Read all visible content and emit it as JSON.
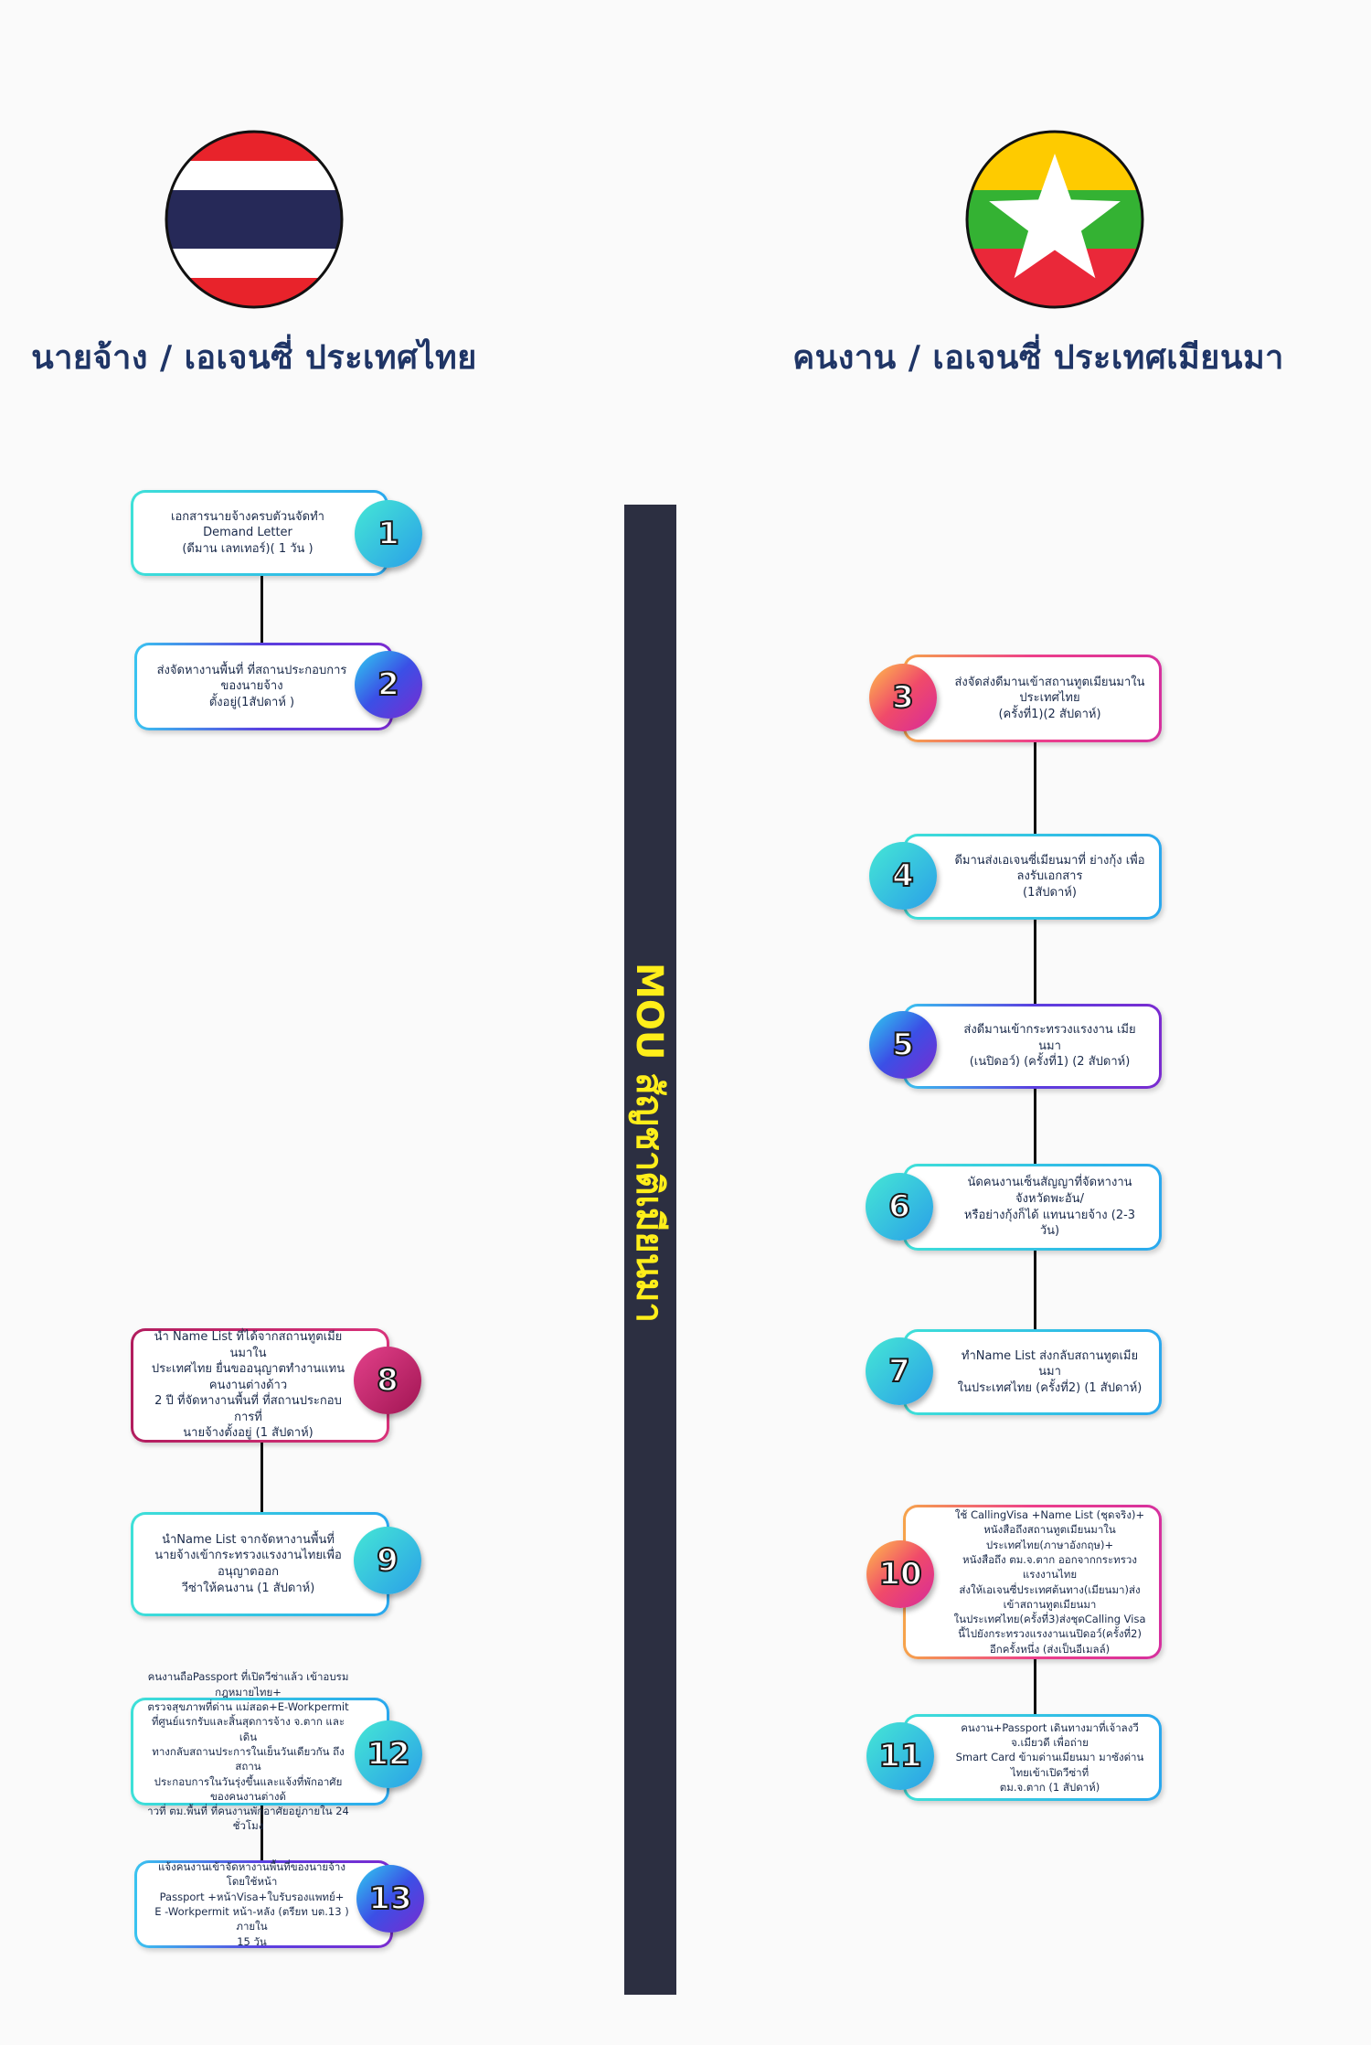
{
  "thai_side": {
    "heading": "นายจ้าง / เอเจนซี่ ประเทศไทย"
  },
  "myanmar_side": {
    "heading": "คนงาน / เอเจนซี่ ประเทศเมียนมา"
  },
  "center_label": "MOU สัญชาติเมียนมา",
  "colors": {
    "heading": "#1f3566",
    "center_bar": "#2c2f41",
    "center_label": "#ffee1a",
    "thai_red": "#e8232b",
    "thai_blue": "#262958",
    "myanmar_yellow": "#fecb00",
    "myanmar_green": "#34b233",
    "myanmar_red": "#ea2839"
  },
  "steps": [
    {
      "number": "1",
      "text": "เอกสารนายจ้างครบตัวนจัดทำ Demand  Letter\n(ดีมาน เลทเทอร์)( 1 วัน )"
    },
    {
      "number": "2",
      "text": "ส่งจัดหางานพื้นที่ ที่สถานประกอบการของนายจ้าง\nตั้งอยู่(1สัปดาห์ )"
    },
    {
      "number": "3",
      "text": "ส่งจัดส่งดีมานเข้าสถานทูตเมียนมาในประเทศไทย\n(ครั้งที่1)(2 สัปดาห์)"
    },
    {
      "number": "4",
      "text": "ดีมานส่งเอเจนซี่เมียนมาที่ ย่างกุ้ง เพื่อลงรับเอกสาร\n(1สัปดาห์)"
    },
    {
      "number": "5",
      "text": "ส่งดีมานเข้ากระทรวงแรงงาน เมียนมา\n(เนปิดอว์) (ครั้งที่1) (2 สัปดาห์)"
    },
    {
      "number": "6",
      "text": "นัดคนงานเซ็นสัญญาที่จัดหางานจังหวัดพะอัน/\nหรือย่างกุ้งก็ได้ แทนนายจ้าง (2-3 วัน)"
    },
    {
      "number": "7",
      "text": "ทำName List ส่งกลับสถานทูตเมียนมา\nในประเทศไทย (ครั้งที่2) (1 สัปดาห์)"
    },
    {
      "number": "8",
      "text": "นำ Name List ที่ได้จากสถานทูตเมียนมาใน\nประเทศไทย ยื่นขออนุญาตทำงานแทนคนงานต่างด้าว\n2 ปี ที่จัดหางานพื้นที่ ที่สถานประกอบการที่\nนายจ้างตั้งอยู่  (1 สัปดาห์)"
    },
    {
      "number": "9",
      "text": "นำName List จากจัดหางานพื้นที่\nนายจ้างเข้ากระทรวงแรงงานไทยเพื่ออนุญาตออก\nวีซ่าให้คนงาน  (1 สัปดาห์)"
    },
    {
      "number": "10",
      "text": "ใช้ CallingVisa +Name List (ชุดจริง)+\nหนังสือถึงสถานทูตเมียนมาในประเทศไทย(ภาษาอังกฤษ)+\nหนังสือถึง ตม.จ.ตาก ออกจากกระทรวงแรงงานไทย\nส่งให้เอเจนซี่ประเทศต้นทาง(เมียนมา)ส่งเข้าสถานทูตเมียนมา\nในประเทศไทย(ครั้งที่3)ส่งชุดCalling Visa\nนี้ไปยังกระทรวงแรงงานเนปิดอว์(ครั้งที่2)\nอีกครั้งหนึ่ง (ส่งเป็นอีเมลล์)"
    },
    {
      "number": "11",
      "text": "คนงาน+Passport เดินทางมาที่เจ้าลงวี จ.เมียวดี เพื่อถ่าย\nSmart Card ข้ามด่านเมียนมา มาซังด่านไทยเข้าเปิดวีซ่าที่\nตม.จ.ตาก (1 สัปดาห์)"
    },
    {
      "number": "12",
      "text": "คนงานถือPassport ที่เปิดวีซ่าแล้ว เข้าอบรมกฎหมายไทย+\nตรวจสุขภาพที่ด่าน แม่สอด+E-Workpermit\nที่ศูนย์แรกรับและสิ้นสุดการจ้าง จ.ตาก และเดิน\nทางกลับสถานประการในเย็นวันเดียวกัน ถึงสถาน\nประกอบการในวันรุ่งขึ้นและแจ้งที่พักอาศัยของคนงานต่างด้\nาวที่ ตม.พื้นที่ ที่คนงานพักอาศัยอยู่ภายใน 24 ชั่วโมง"
    },
    {
      "number": "13",
      "text": "แจ้งคนงานเข้าจัดหางานพื้นที่ของนายจ้าง โดยใช้หน้า\nPassport +หน้าVisa+ใบรับรองแพทย์+\nE -Workpermit หน้า-หลัง  (ตรียท   บต.13 ) ภายใน\n15 วัน"
    }
  ]
}
